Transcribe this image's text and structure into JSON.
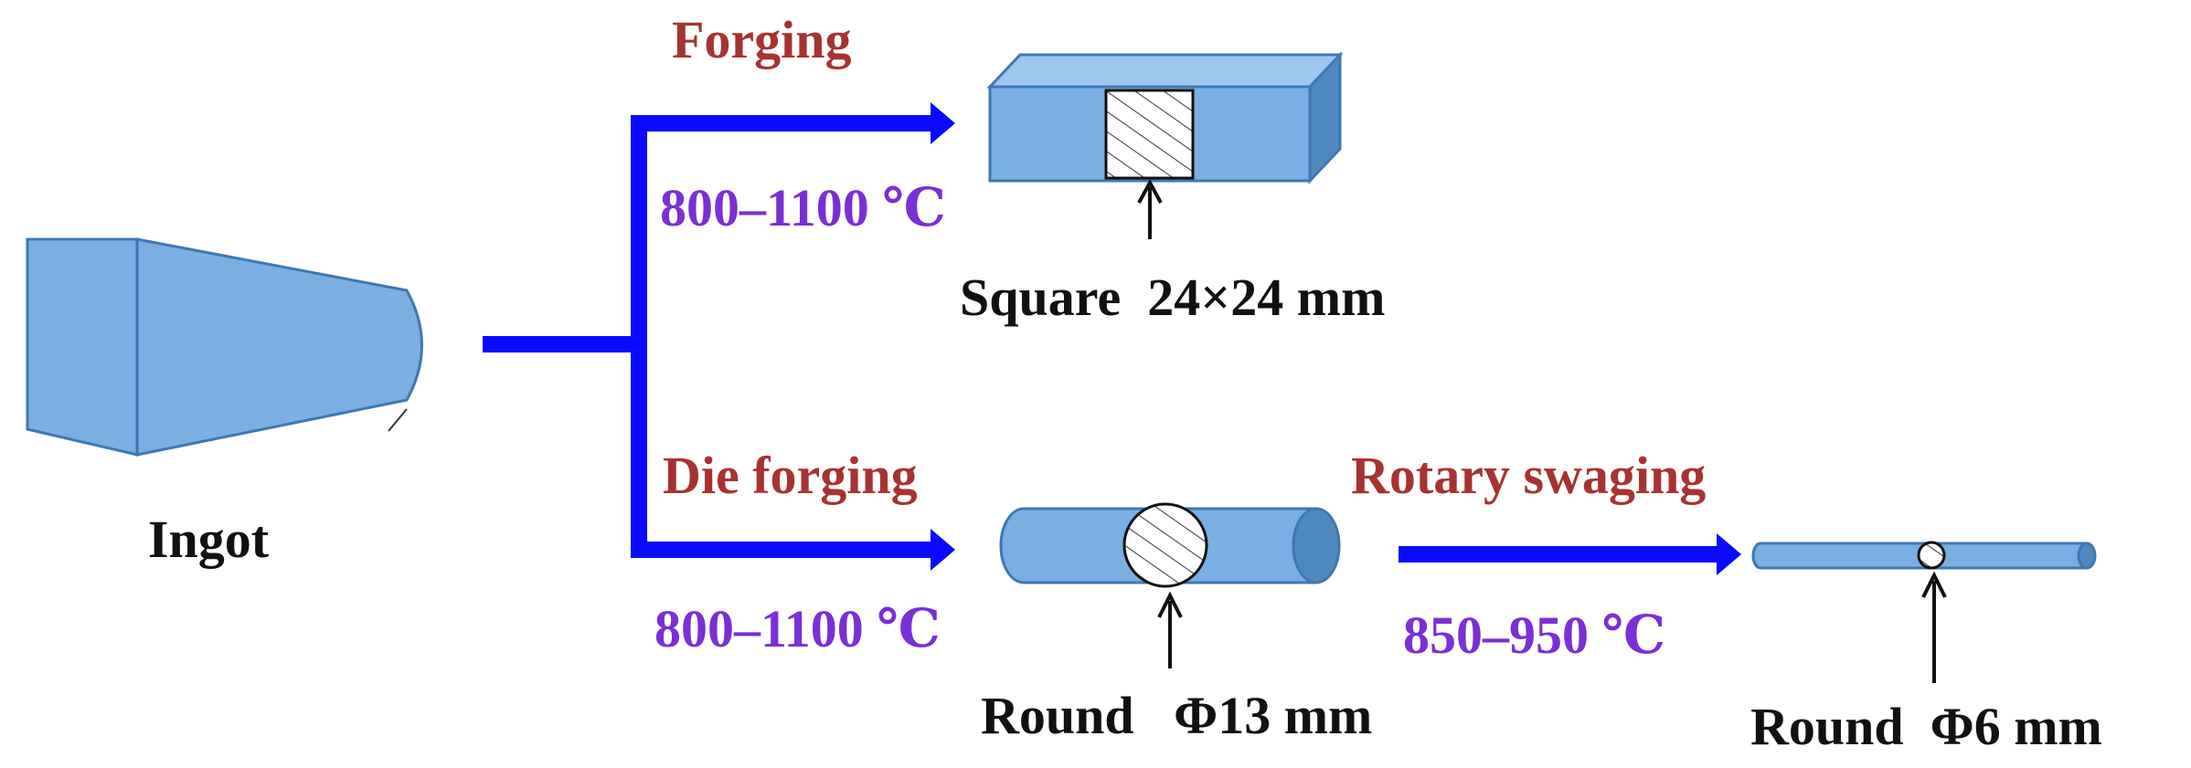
{
  "colors": {
    "flow_arrow": "#0a0aff",
    "solid_fill": "#79afe3",
    "solid_top": "#9ec7ef",
    "solid_side": "#4f88bf",
    "solid_edge": "#3e78b2",
    "step_label": "#a83232",
    "temperature_label": "#7b2fd6",
    "text": "#111111"
  },
  "ingot": {
    "label": "Ingot"
  },
  "forging_branch": {
    "process_label": "Forging",
    "temperature": "800–1100 ℃",
    "product_label": "Square  24×24 mm"
  },
  "die_forging_branch": {
    "process_label": "Die forging",
    "temperature": "800–1100 ℃",
    "product_label": "Round   Φ13 mm"
  },
  "swaging_step": {
    "process_label": "Rotary swaging",
    "temperature": "850–950 ℃",
    "product_label": "Round  Φ6 mm"
  }
}
